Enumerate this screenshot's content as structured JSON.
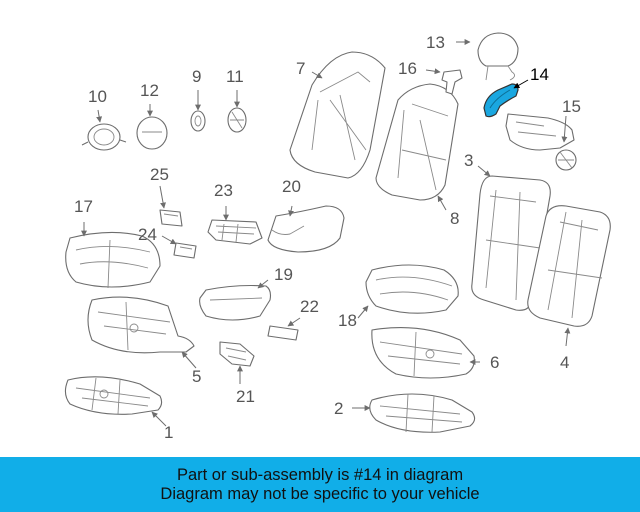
{
  "diagram": {
    "highlight_color": "#1aa7e0",
    "labels": [
      "1",
      "2",
      "3",
      "4",
      "5",
      "6",
      "7",
      "8",
      "9",
      "10",
      "11",
      "12",
      "13",
      "14",
      "15",
      "16",
      "17",
      "18",
      "19",
      "20",
      "21",
      "22",
      "23",
      "24",
      "25"
    ],
    "highlighted_part": "14"
  },
  "banner": {
    "line1": "Part or sub-assembly is #14 in diagram",
    "line2": "Diagram may not be specific to your vehicle",
    "background": "#11aee8"
  }
}
